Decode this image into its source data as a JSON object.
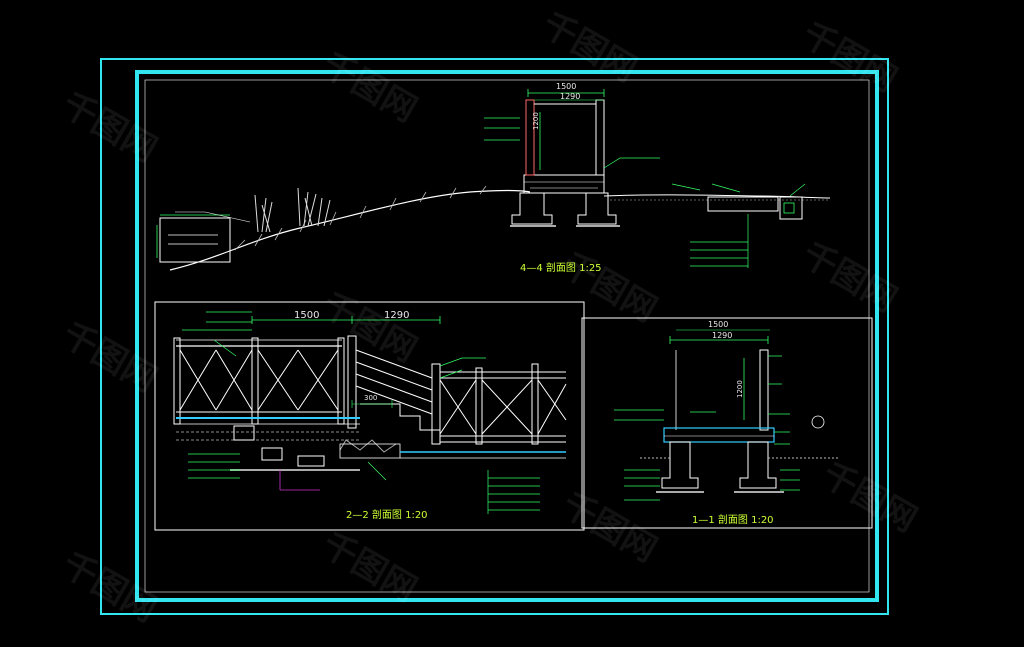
{
  "sections": {
    "s44": {
      "title": "4—4 剖面图 1:25",
      "dim_total": "1500",
      "dim_inner": "1290",
      "dim_height": "1200"
    },
    "s22": {
      "title": "2—2 剖面图 1:20",
      "dim_a": "1500",
      "dim_b": "1290",
      "dim_c": "300"
    },
    "s11": {
      "title": "1—1 剖面图 1:20",
      "dim_total": "1500",
      "dim_inner": "1290",
      "dim_height": "1200"
    }
  },
  "watermark": "千图网",
  "colors": {
    "background": "#000000",
    "frame_cyan": "#31e6f0",
    "section_title": "#ccff33",
    "annotation_green": "#33ff66",
    "drawing_white": "#ffffff",
    "leader_purple": "#cc33cc"
  }
}
